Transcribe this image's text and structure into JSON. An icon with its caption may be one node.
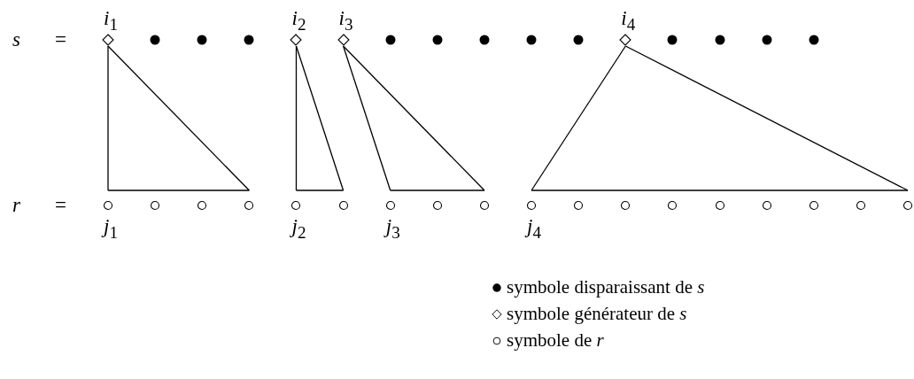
{
  "diagram": {
    "nodes": [
      {
        "text": [],
        "shape": "diamond",
        "beside": [
          "*i*$_{1}$"
        ]
      },
      {
        "text": [],
        "shape": "dot"
      },
      {
        "text": [],
        "shape": "dot"
      },
      {
        "text": [],
        "shape": "dot"
      },
      {
        "text": [],
        "shape": "diamond",
        "beside": [
          "*i*$_{2}$"
        ]
      },
      {
        "text": [],
        "shape": "diamond",
        "beside": [
          "*i*$_{3}$"
        ]
      },
      {
        "text": [],
        "shape": "dot"
      },
      {
        "text": [],
        "shape": "dot"
      },
      {
        "text": [],
        "shape": "dot"
      },
      {
        "text": [],
        "shape": "dot"
      },
      {
        "text": [],
        "shape": "dot"
      },
      {
        "text": [],
        "shape": "diamond",
        "beside": [
          "*i*$_{4}$"
        ]
      },
      {
        "text": [],
        "shape": "dot"
      },
      {
        "text": [],
        "shape": "dot"
      },
      {
        "text": [],
        "shape": "dot"
      },
      {
        "text": [],
        "shape": "dot"
      },
      {
        "text": [],
        "shape": "circle",
        "beside": [
          "*j*$_{1}$"
        ]
      },
      {
        "text": [],
        "shape": "circle"
      },
      {
        "text": [],
        "shape": "circle"
      },
      {
        "text": [],
        "shape": "circle"
      },
      {
        "text": [],
        "shape": "circle",
        "beside": [
          "*j*$_{2}$"
        ]
      },
      {
        "text": [],
        "shape": "circle"
      },
      {
        "text": [],
        "shape": "circle",
        "beside": [
          "*j*$_{3}$"
        ]
      },
      {
        "text": [],
        "shape": "circle"
      },
      {
        "text": [],
        "shape": "circle"
      },
      {
        "text": [],
        "shape": "circle",
        "beside": [
          "*j*$_{4}$"
        ]
      },
      {
        "text": [],
        "shape": "circle"
      },
      {
        "text": [],
        "shape": "circle"
      },
      {
        "text": [],
        "shape": "circle"
      },
      {
        "text": [],
        "shape": "circle"
      },
      {
        "text": [],
        "shape": "circle"
      },
      {
        "text": [],
        "shape": "circle"
      },
      {
        "text": [],
        "shape": "circle"
      },
      {
        "text": [],
        "shape": "circle"
      }
    ],
    "edges": [
      {
        "from": 0,
        "to": 16,
        "arrow": "none"
      },
      {
        "from": 0,
        "to": 19,
        "arrow": "none"
      },
      {
        "from": 16,
        "to": 19,
        "arrow": "none"
      },
      {
        "from": 4,
        "to": 20,
        "arrow": "none"
      },
      {
        "from": 4,
        "to": 21,
        "arrow": "none"
      },
      {
        "from": 20,
        "to": 21,
        "arrow": "none"
      },
      {
        "from": 5,
        "to": 22,
        "arrow": "none"
      },
      {
        "from": 5,
        "to": 24,
        "arrow": "none"
      },
      {
        "from": 22,
        "to": 24,
        "arrow": "none"
      },
      {
        "from": 11,
        "to": 25,
        "arrow": "none"
      },
      {
        "from": 11,
        "to": 33,
        "arrow": "none"
      },
      {
        "from": 25,
        "to": 33,
        "arrow": "none"
      }
    ],
    "labels": [
      "*s*",
      "=",
      "*r*",
      "="
    ],
    "legend": [
      {
        "text": "symbole disparaissant de *s*"
      },
      {
        "text": "symbole générateur de *s*"
      },
      {
        "text": "symbole de *r*"
      }
    ]
  }
}
